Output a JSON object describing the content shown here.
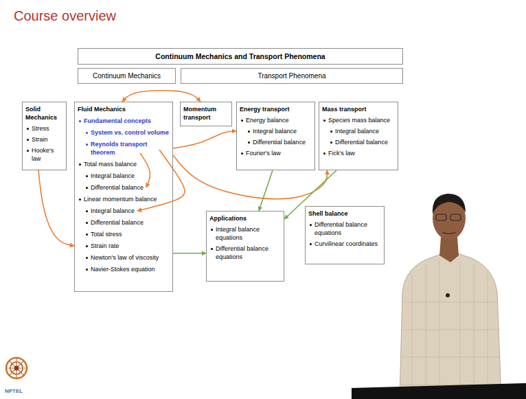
{
  "diagram": {
    "title": "Course overview",
    "nodes": [
      {
        "text": [
          "Continuum Mechanics and Transport Phenomena"
        ]
      },
      {
        "text": [
          "Continuum Mechanics"
        ]
      },
      {
        "text": [
          "Transport Phenomena"
        ]
      },
      {
        "text": [
          "Solid Mechanics",
          "Stress",
          "Strain",
          "Hooke's law"
        ]
      },
      {
        "text": [
          "Fluid Mechanics",
          "Fundamental concepts",
          "System vs. control volume",
          "Reynolds transport theorem",
          "Total mass balance",
          "Integral balance",
          "Differential balance",
          "Linear momentum balance",
          "Integral balance",
          "Differential balance",
          "Total stress",
          "Strain rate",
          "Newton's law of viscosity",
          "Navier-Stokes equation"
        ]
      },
      {
        "text": [
          "Momentum transport"
        ]
      },
      {
        "text": [
          "Energy transport",
          "Energy balance",
          "Integral balance",
          "Differential balance",
          "Fourier's law"
        ]
      },
      {
        "text": [
          "Mass transport",
          "Species mass balance",
          "Integral balance",
          "Differential balance",
          "Fick's law"
        ]
      },
      {
        "text": [
          "Applications",
          "Integral balance equations",
          "Differential balance equations"
        ]
      },
      {
        "text": [
          "Shell balance",
          "Differential balance equations",
          "Curvilinear coordinates"
        ]
      }
    ],
    "edges": [
      {
        "from": 4,
        "to": 5,
        "arrow": "both"
      },
      {
        "from": 4,
        "to": 6,
        "arrow": "to"
      },
      {
        "from": 4,
        "to": 7,
        "arrow": "to"
      },
      {
        "from": 3,
        "to": 4,
        "arrow": "to"
      },
      {
        "from": 4,
        "to": 8,
        "arrow": "to"
      },
      {
        "from": 6,
        "to": 8,
        "arrow": "to"
      },
      {
        "from": 7,
        "to": 8,
        "arrow": "to"
      }
    ],
    "labels": [
      "NPTEL"
    ]
  }
}
